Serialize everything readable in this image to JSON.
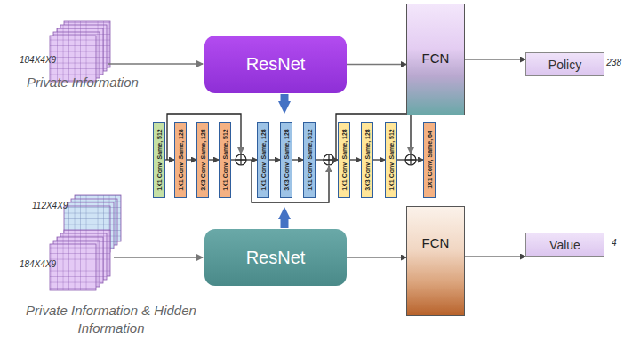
{
  "diagram": {
    "nodes": [
      {
        "text": [
          "ResNet"
        ]
      },
      {
        "text": [
          "FCN"
        ]
      },
      {
        "text": [
          "Policy"
        ]
      },
      {
        "text": [
          "1X1 Conv, Same, 512"
        ]
      },
      {
        "text": [
          "1X1 Conv, Same, 128"
        ]
      },
      {
        "text": [
          "3X3 Conv, Same, 128"
        ]
      },
      {
        "text": [
          "1X1 Conv, Same, 512"
        ]
      },
      {
        "text": [
          "1X1 Conv, Same, 128"
        ]
      },
      {
        "text": [
          "3X3 Conv, Same, 128"
        ]
      },
      {
        "text": [
          "1X1 Conv, Same, 512"
        ]
      },
      {
        "text": [
          "1X1 Conv, Same, 128"
        ]
      },
      {
        "text": [
          "3X3 Conv, Same, 128"
        ]
      },
      {
        "text": [
          "1X1 Conv, Same, 512"
        ]
      },
      {
        "text": [
          "1X1 Conv, Same, 64"
        ]
      },
      {
        "text": [
          "ResNet"
        ]
      },
      {
        "text": [
          "FCN"
        ]
      },
      {
        "text": [
          "Value"
        ]
      }
    ],
    "edges": [
      {
        "from": 0,
        "to": 1,
        "arrow": "to"
      },
      {
        "from": 1,
        "to": 2,
        "arrow": "to"
      },
      {
        "from": 3,
        "to": 4,
        "arrow": "to"
      },
      {
        "from": 4,
        "to": 5,
        "arrow": "to"
      },
      {
        "from": 5,
        "to": 6,
        "arrow": "to"
      },
      {
        "from": 6,
        "to": 7,
        "arrow": "to"
      },
      {
        "from": 7,
        "to": 8,
        "arrow": "to"
      },
      {
        "from": 8,
        "to": 9,
        "arrow": "to"
      },
      {
        "from": 9,
        "to": 10,
        "arrow": "to"
      },
      {
        "from": 10,
        "to": 11,
        "arrow": "to"
      },
      {
        "from": 11,
        "to": 12,
        "arrow": "to"
      },
      {
        "from": 12,
        "to": 13,
        "arrow": "to"
      },
      {
        "from": 14,
        "to": 15,
        "arrow": "to"
      },
      {
        "from": 15,
        "to": 16,
        "arrow": "to"
      }
    ],
    "labels": [
      "184X4X9",
      "Private Information",
      "238",
      "112X4X9",
      "184X4X9",
      "Private Information & Hidden Information",
      "4"
    ]
  }
}
